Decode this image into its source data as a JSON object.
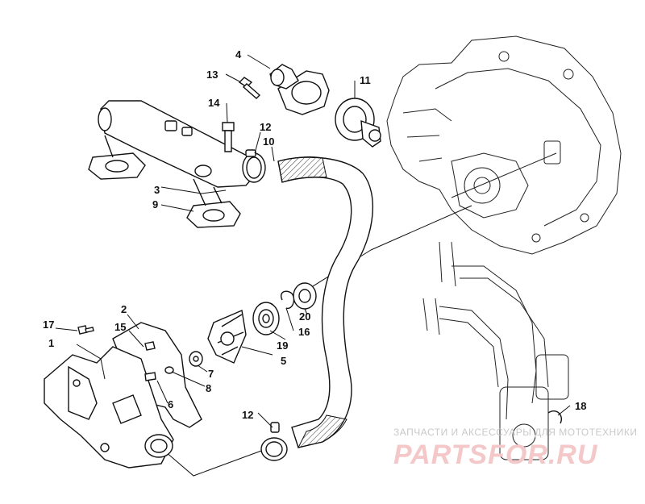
{
  "diagram": {
    "callouts": [
      "1",
      "2",
      "3",
      "4",
      "5",
      "6",
      "7",
      "8",
      "9",
      "10",
      "11",
      "12",
      "13",
      "14",
      "15",
      "16",
      "17",
      "18",
      "19",
      "20"
    ],
    "callout_12_second": "12"
  },
  "watermark": {
    "caption": "ЗАПЧАСТИ И АКСЕССУАРЫ ДЛЯ МОТОТЕХНИКИ",
    "brand": "PARTSFOR.RU",
    "brand_color": "#f4c8c8",
    "caption_color": "#c9c9c9"
  }
}
